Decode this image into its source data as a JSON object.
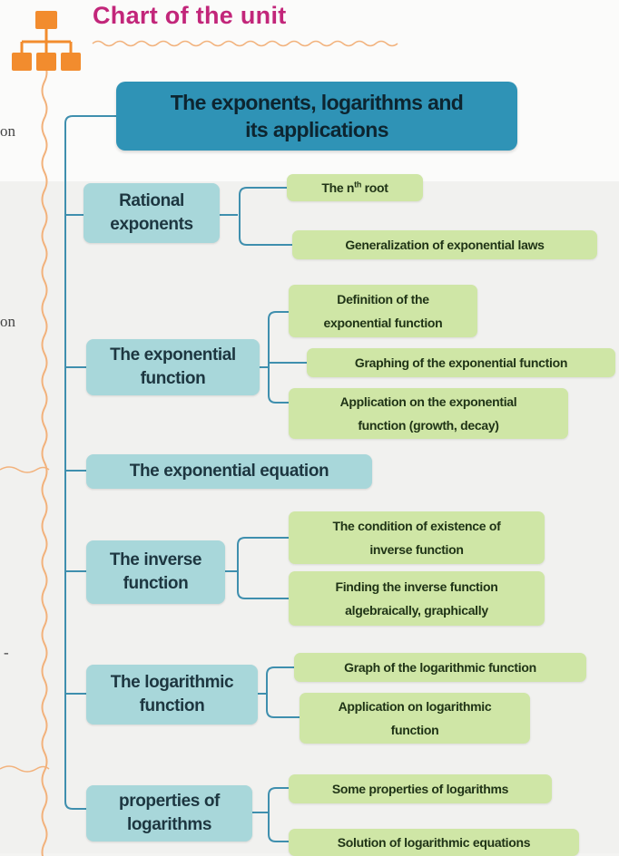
{
  "page_title": "Chart of the unit",
  "margin_texts": [
    "on",
    "on",
    "-"
  ],
  "root": {
    "label_line1": "The exponents, logarithms and",
    "label_line2": "its applications"
  },
  "topics": [
    {
      "line1": "Rational",
      "line2": "exponents"
    },
    {
      "line1": "The exponential",
      "line2": "function"
    },
    {
      "line1": "The exponential equation",
      "line2": ""
    },
    {
      "line1": "The inverse",
      "line2": "function"
    },
    {
      "line1": "The logarithmic",
      "line2": "function"
    },
    {
      "line1": "properties of",
      "line2": "logarithms"
    }
  ],
  "subtopics": {
    "rational": [
      {
        "line1": "The n",
        "sup": "th",
        "line1_tail": " root",
        "line2": ""
      },
      {
        "line1": "Generalization of exponential laws",
        "line2": ""
      }
    ],
    "exponential_function": [
      {
        "line1": "Definition of the",
        "line2": "exponential function"
      },
      {
        "line1": "Graphing of the exponential function",
        "line2": ""
      },
      {
        "line1": "Application on the exponential",
        "line2": "function (growth, decay)"
      }
    ],
    "inverse_function": [
      {
        "line1": "The condition of existence of",
        "line2": "inverse function"
      },
      {
        "line1": "Finding the inverse function",
        "line2": "algebraically, graphically"
      }
    ],
    "logarithmic_function": [
      {
        "line1": "Graph of the logarithmic function",
        "line2": ""
      },
      {
        "line1": "Application on logarithmic",
        "line2": "function"
      }
    ],
    "properties": [
      {
        "line1": "Some properties of logarithms",
        "line2": ""
      },
      {
        "line1": "Solution of logarithmic equations",
        "line2": ""
      }
    ]
  },
  "colors": {
    "title": "#c2267a",
    "root_box": "#2f93b6",
    "topic_box": "#a8d7da",
    "subtopic_box": "#cfe6a6",
    "connector": "#3f8fae",
    "wavy_line": "#f2b27c",
    "icon": "#f28c2e"
  },
  "icons": [
    "hierarchy-icon"
  ]
}
